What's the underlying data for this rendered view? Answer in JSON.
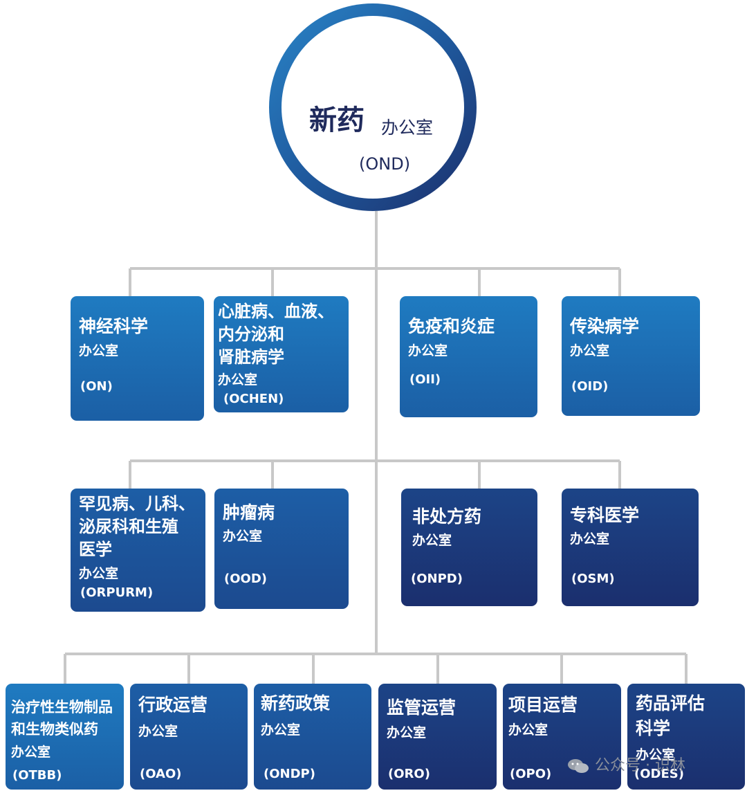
{
  "root": {
    "title": "新药",
    "subtitle": "办公室",
    "abbr": "(OND)"
  },
  "row1": [
    {
      "title": "神经科学",
      "office": "办公室",
      "abbr": "(ON)"
    },
    {
      "title_lines": [
        "心脏病、血液、",
        "内分泌和",
        "肾脏病学"
      ],
      "office": "办公室",
      "abbr": "(OCHEN)"
    },
    {
      "title": "免疫和炎症",
      "office": "办公室",
      "abbr": "(OII)"
    },
    {
      "title": "传染病学",
      "office": "办公室",
      "abbr": "(OID)"
    }
  ],
  "row2": [
    {
      "title_lines": [
        "罕见病、儿科、",
        "泌尿科和生殖",
        "医学"
      ],
      "office": "办公室",
      "abbr": "(ORPURM)"
    },
    {
      "title": "肿瘤病",
      "office": "办公室",
      "abbr": "(OOD)"
    },
    {
      "title": "非处方药",
      "office": "办公室",
      "abbr": "(ONPD)"
    },
    {
      "title": "专科医学",
      "office": "办公室",
      "abbr": "(OSM)"
    }
  ],
  "row3": [
    {
      "title_lines": [
        "治疗性生物制品",
        "和生物类似药"
      ],
      "office": "办公室",
      "abbr": "(OTBB)"
    },
    {
      "title": "行政运营",
      "office": "办公室",
      "abbr": "(OAO)"
    },
    {
      "title": "新药政策",
      "office": "办公室",
      "abbr": "(ONDP)"
    },
    {
      "title": "监管运营",
      "office": "办公室",
      "abbr": "(ORO)"
    },
    {
      "title": "项目运营",
      "office": "办公室",
      "abbr": "(OPO)"
    },
    {
      "title_lines": [
        "药品评估",
        "科学"
      ],
      "office": "办公室",
      "abbr": "(ODES)"
    }
  ],
  "watermark": {
    "text": "公众号 · 识林",
    "icon": "wechat-icon"
  },
  "colors": {
    "connector": "#c8c8c8",
    "text_dark": "#1f2a5c",
    "box_light": "#1f7bc1",
    "box_dark": "#1b2f6e"
  }
}
